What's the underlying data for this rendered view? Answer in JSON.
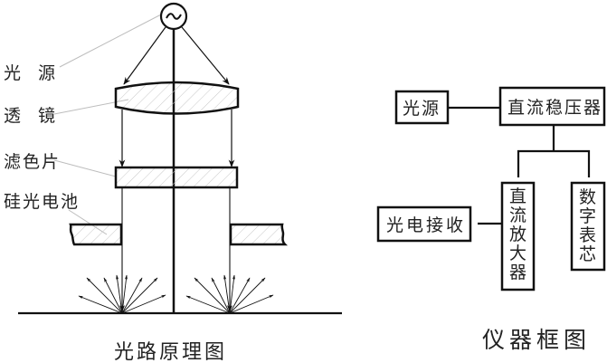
{
  "optical_diagram": {
    "title": "光路原理图",
    "source_symbol": "~",
    "labels": {
      "light_source": "光　源",
      "lens": "透　镜",
      "filter": "滤色片",
      "silicon_cell": "硅光电池"
    }
  },
  "block_diagram": {
    "title": "仪器框图",
    "blocks": {
      "light_source": "光源",
      "dc_regulator": "直流稳压器",
      "photo_receiver": "光电接收",
      "dc_amplifier": [
        "直",
        "流",
        "放",
        "大",
        "器"
      ],
      "digital_meter": [
        "数",
        "字",
        "表",
        "芯"
      ]
    }
  },
  "colors": {
    "line": "#111111",
    "leader": "#bdbdbd",
    "hatch": "#c8c8c8",
    "text": "#222222"
  }
}
